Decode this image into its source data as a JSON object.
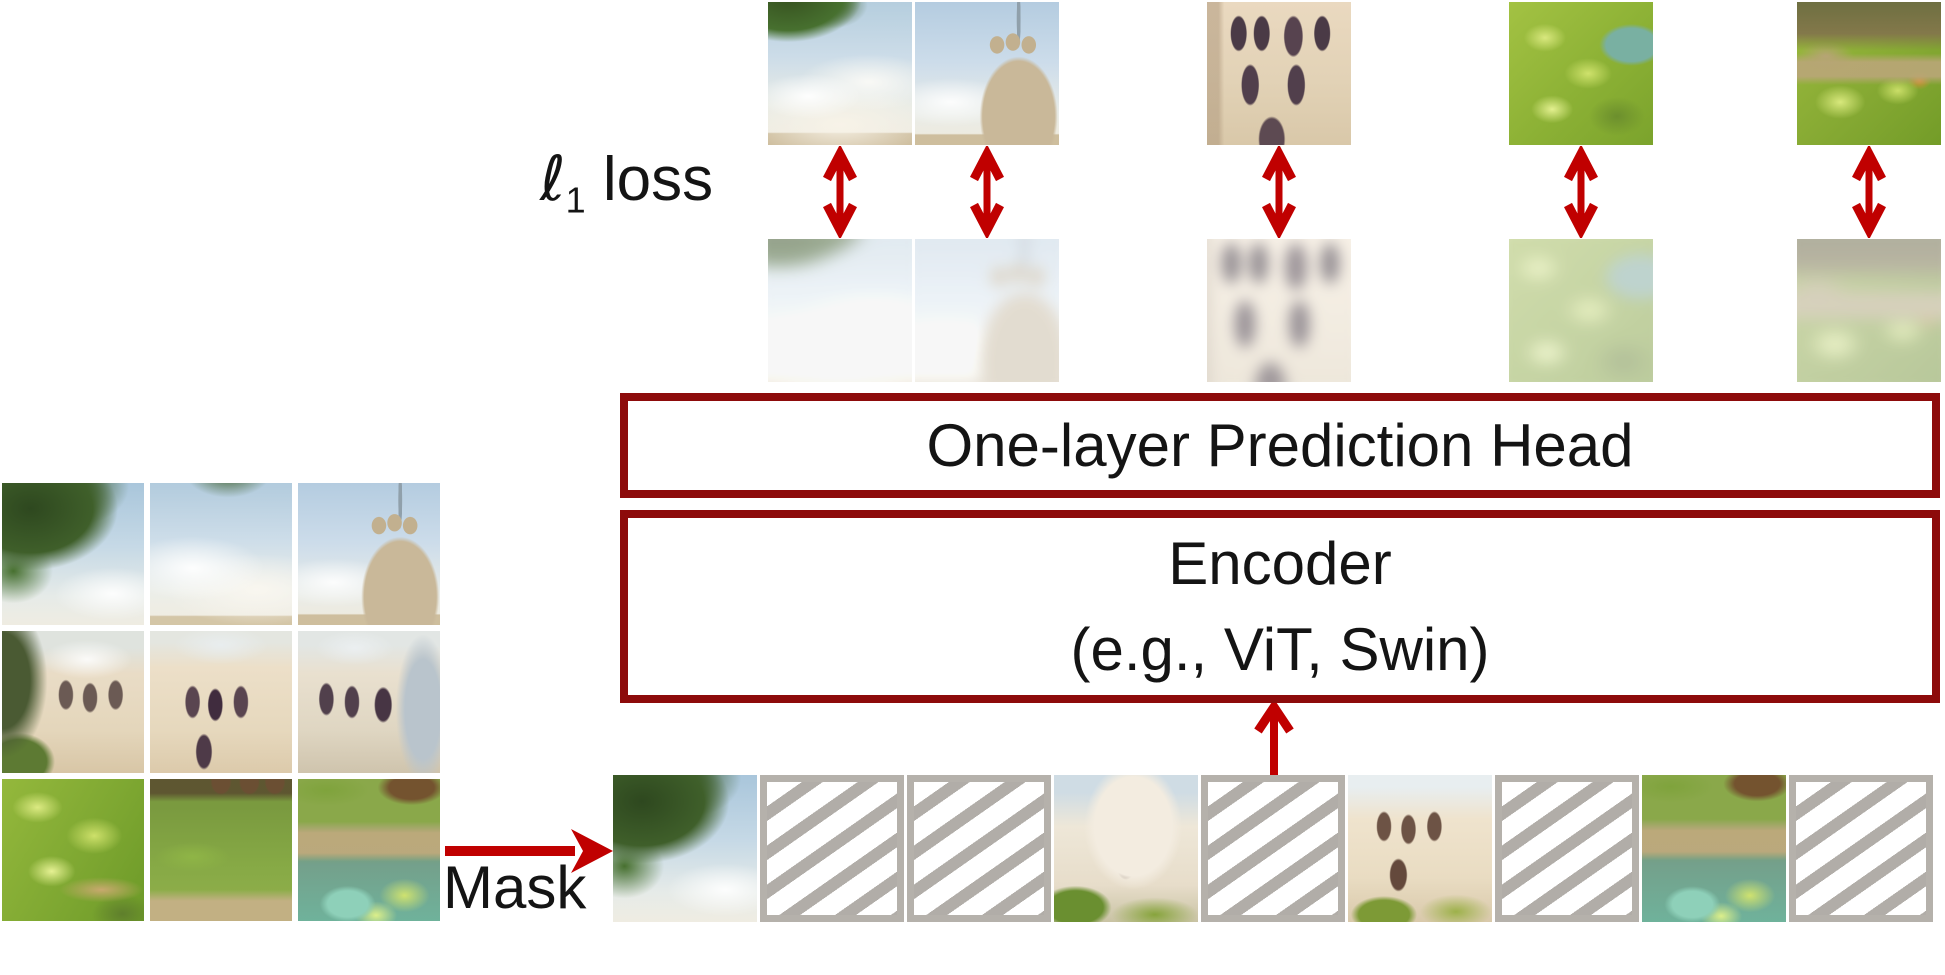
{
  "labels": {
    "loss_symbol": "ℓ",
    "loss_subscript": "1",
    "loss_word": " loss",
    "mask": "Mask",
    "prediction_head": "One-layer Prediction Head",
    "encoder_line1": "Encoder",
    "encoder_line2": "(e.g., ViT, Swin)"
  },
  "colors": {
    "box_border": "#8d0b0b",
    "arrow_red": "#c00000",
    "mask_gray": "#b5b1ab",
    "text": "#141414",
    "background": "#ffffff"
  },
  "input_image_grid": {
    "rows": 3,
    "cols": 3,
    "cells": [
      {
        "content": "tree branches over sky",
        "style": "tree-sky"
      },
      {
        "content": "sky and clouds with leaves above",
        "style": "grid-sky"
      },
      {
        "content": "sky with castle tower",
        "style": "sky-tower"
      },
      {
        "content": "castle facade left with tree",
        "style": "facade-left"
      },
      {
        "content": "castle facade center",
        "style": "facade-center"
      },
      {
        "content": "castle facade right with tower",
        "style": "facade-right"
      },
      {
        "content": "bright foliage and railing",
        "style": "foliage-rail"
      },
      {
        "content": "lawn, stairs and portico",
        "style": "lawn-portico"
      },
      {
        "content": "garden terrace and water",
        "style": "garden-water"
      }
    ]
  },
  "token_sequence": [
    {
      "type": "image",
      "content": "tree branches over sky",
      "style": "tree-sky"
    },
    {
      "type": "masked",
      "content": "mask token"
    },
    {
      "type": "masked",
      "content": "mask token"
    },
    {
      "type": "image",
      "content": "white castle with greenery",
      "style": "castle-white"
    },
    {
      "type": "masked",
      "content": "mask token"
    },
    {
      "type": "image",
      "content": "warm castle facade with bushes",
      "style": "facade-warm"
    },
    {
      "type": "masked",
      "content": "mask token"
    },
    {
      "type": "image",
      "content": "garden terrace and water",
      "style": "garden-water"
    },
    {
      "type": "masked",
      "content": "mask token"
    }
  ],
  "reconstruction_pairs": [
    {
      "target": "sky with clouds under leaves",
      "style": "sky-clouds-leaf"
    },
    {
      "target": "sky with castle tower",
      "style": "sky-tower"
    },
    {
      "target": "castle facade windows",
      "style": "facade-windows"
    },
    {
      "target": "bright green leaves",
      "style": "leaves-bright"
    },
    {
      "target": "garden terrace foliage",
      "style": "garden-terrace"
    }
  ]
}
